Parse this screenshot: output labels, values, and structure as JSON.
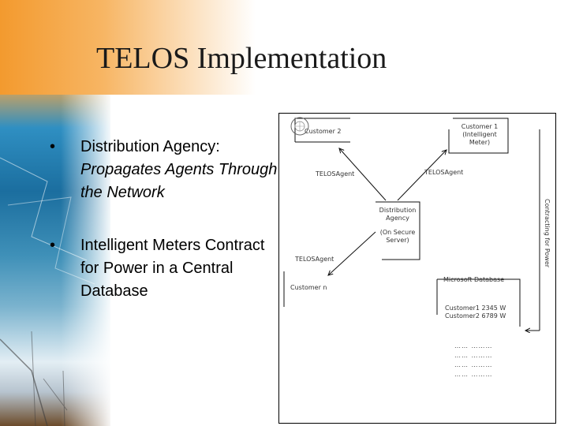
{
  "slide": {
    "title": "TELOS Implementation",
    "bullets": [
      {
        "marker": "•",
        "text": "Distribution Agency:",
        "sub": "Propagates Agents Through the Network"
      },
      {
        "marker": "•",
        "text": "Intelligent Meters Contract for Power in a Central Database",
        "sub": ""
      }
    ]
  },
  "diagram": {
    "customer2": "Customer 2",
    "customer1": "Customer 1 (Intelligent Meter)",
    "telos_agent_left": "TELOSAgent",
    "telos_agent_right": "TELOSAgent",
    "distribution_agency": "Distribution Agency",
    "secure_server": "(On Secure Server)",
    "telos_agent_bottom": "TELOSAgent",
    "customer_n": "Customer n",
    "database_title": "Microsoft Database",
    "db_row1": "Customer1 2345 W",
    "db_row2": "Customer2 6789 W",
    "dots": [
      "…… ………",
      "…… ………",
      "…… ………",
      "…… ………"
    ],
    "vertical_label": "Contracting for Power"
  },
  "colors": {
    "orange": "#f39a2e",
    "blue": "#1b6e9f"
  }
}
